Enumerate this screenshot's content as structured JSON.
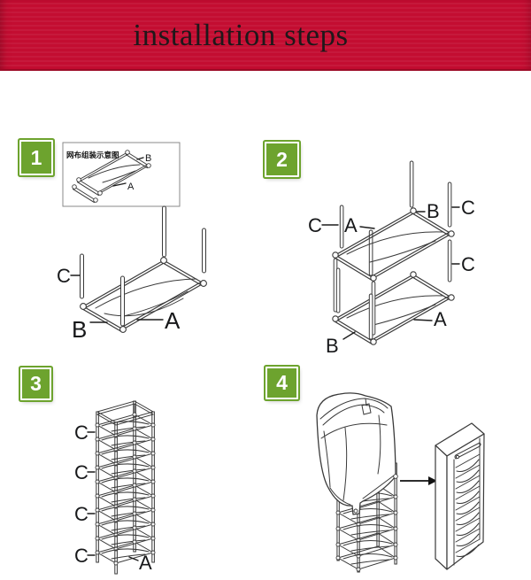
{
  "header": {
    "title": "installation steps"
  },
  "theme": {
    "banner_bg": "#c30d31",
    "banner_edge": "#9c0a26",
    "banner_text": "#1f181a",
    "badge_bg": "#6da32e",
    "badge_text": "#ffffff",
    "line_color": "#3a3a3a",
    "label_color": "#17181a",
    "page_bg": "#ffffff"
  },
  "steps": [
    {
      "number": "1",
      "inset_caption": "网布组装示意图",
      "labels": {
        "shelf": "A",
        "side_tube": "B",
        "pole": "C"
      }
    },
    {
      "number": "2",
      "labels": {
        "shelf": "A",
        "side_tube": "B",
        "pole": "C"
      }
    },
    {
      "number": "3",
      "labels": {
        "shelf": "A",
        "pole": "C"
      }
    },
    {
      "number": "4",
      "labels": {}
    }
  ]
}
